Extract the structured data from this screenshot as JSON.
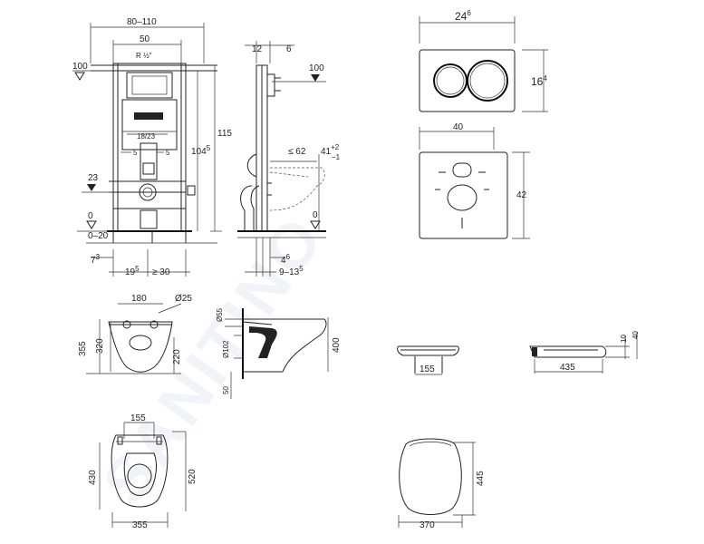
{
  "watermark": "SANITINO",
  "frame": {
    "width_range": "80–110",
    "width_inner": "50",
    "pipe": "R ½\"",
    "height": "115",
    "height_inner_main": "104",
    "height_inner_sup": "5",
    "level_left": "100",
    "level_23": "23",
    "zero_left": "0",
    "floor_range": "0–20",
    "flush_range": "18/23",
    "side_left": "5",
    "side_right": "5",
    "bottom_7_main": "7",
    "bottom_7_sup": "3",
    "bottom_19_main": "19",
    "bottom_19_sup": "5",
    "bottom_min": "≥ 30"
  },
  "side": {
    "top_12": "12",
    "top_6": "6",
    "level_right": "100",
    "reach": "≤ 62",
    "h41_main": "41",
    "h41_sup_top": "+2",
    "h41_sup_bot": "−1",
    "zero_right": "0",
    "bot_4_main": "4",
    "bot_4_sup": "6",
    "bot_913_main": "9–13",
    "bot_913_sup": "5"
  },
  "plate": {
    "w_main": "24",
    "w_sup": "6",
    "h_main": "16",
    "h_sup": "4"
  },
  "template": {
    "w": "40",
    "h": "42"
  },
  "bowl_front": {
    "w180": "180",
    "d25": "Ø25",
    "h355": "355",
    "h320": "320",
    "h220": "220"
  },
  "bowl_side": {
    "d55": "Ø55",
    "d102": "Ø102",
    "h400": "400",
    "h50": "50"
  },
  "seat_front": {
    "w155": "155"
  },
  "seat_side": {
    "w435": "435",
    "h10": "10",
    "h40": "40"
  },
  "bowl_top": {
    "w155": "155",
    "w355": "355",
    "h430": "430",
    "h520": "520"
  },
  "seat_top": {
    "w370": "370",
    "h445": "445"
  }
}
